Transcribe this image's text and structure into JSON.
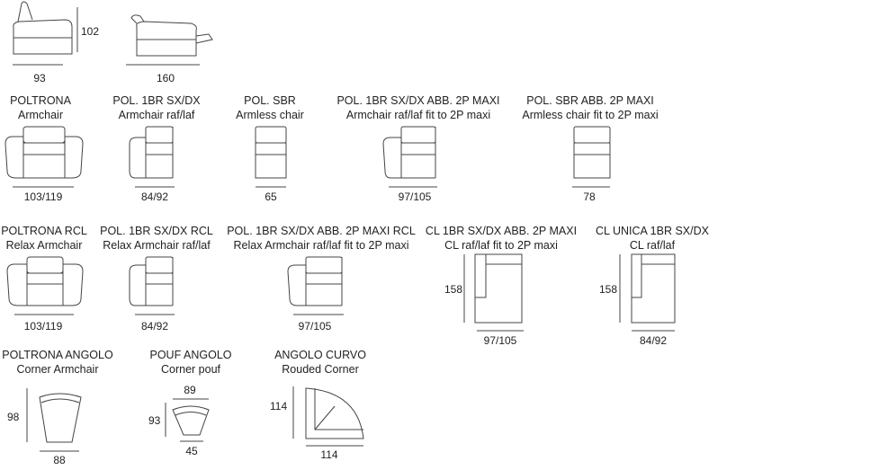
{
  "top_views": {
    "height": "102",
    "width_a": "93",
    "width_b": "160"
  },
  "items": [
    {
      "name": "POLTRONA",
      "sub": "Armchair",
      "dim": "103/119"
    },
    {
      "name": "POL. 1BR SX/DX",
      "sub": "Armchair raf/laf",
      "dim": "84/92"
    },
    {
      "name": "POL. SBR",
      "sub": "Armless chair",
      "dim": "65"
    },
    {
      "name": "POL. 1BR SX/DX ABB. 2P MAXI",
      "sub": "Armchair raf/laf fit to 2P maxi",
      "dim": "97/105"
    },
    {
      "name": "POL. SBR ABB. 2P MAXI",
      "sub": "Armless chair fit to 2P maxi",
      "dim": "78"
    },
    {
      "name": "POLTRONA RCL",
      "sub": "Relax Armchair",
      "dim": "103/119"
    },
    {
      "name": "POL. 1BR SX/DX RCL",
      "sub": "Relax Armchair raf/laf",
      "dim": "84/92"
    },
    {
      "name": "POL. 1BR SX/DX ABB. 2P MAXI RCL",
      "sub": "Relax Armchair raf/laf fit to 2P maxi",
      "dim": "97/105"
    },
    {
      "name": "CL 1BR SX/DX ABB. 2P MAXI",
      "sub": "CL raf/laf fit to 2P maxi",
      "dim": "97/105",
      "depth": "158"
    },
    {
      "name": "CL UNICA 1BR SX/DX",
      "sub": "CL raf/laf",
      "dim": "84/92",
      "depth": "158"
    },
    {
      "name": "POLTRONA ANGOLO",
      "sub": "Corner Armchair",
      "dim": "88",
      "depth": "98"
    },
    {
      "name": "POUF ANGOLO",
      "sub": "Corner pouf",
      "dim": "45",
      "top": "89",
      "depth": "93"
    },
    {
      "name": "ANGOLO CURVO",
      "sub": "Rouded Corner",
      "dim": "114",
      "depth": "114"
    }
  ]
}
